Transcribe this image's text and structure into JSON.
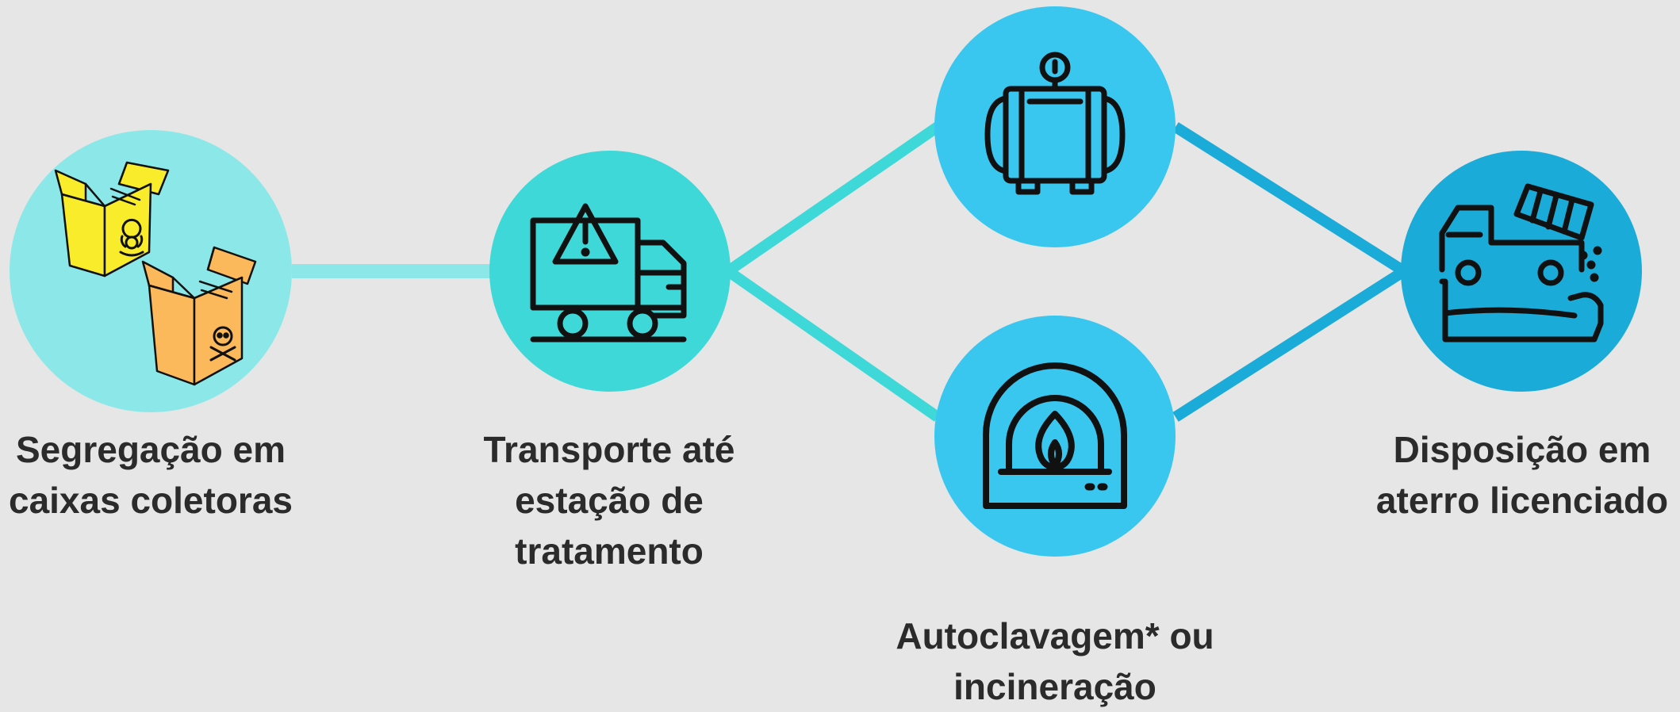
{
  "colors": {
    "background": "#e6e6e6",
    "step1": "#8ce8e8",
    "step2": "#3fd8d8",
    "step3": "#39c7f0",
    "step4": "#1aabd8",
    "icon_stroke": "#111111",
    "box_yellow": "#f9ec2a",
    "box_orange": "#fbb95b",
    "text": "#2b2b2b"
  },
  "steps": [
    {
      "id": "segregation",
      "icon": "hazard-boxes-icon",
      "label_lines": [
        "Segregação em",
        "caixas coletoras"
      ]
    },
    {
      "id": "transport",
      "icon": "hazard-truck-icon",
      "label_lines": [
        "Transporte até",
        "estação de",
        "tratamento"
      ]
    },
    {
      "id": "treatment",
      "icon": "autoclave-icon",
      "icon_alt": "incinerator-icon",
      "label_lines": [
        "Autoclavagem* ou",
        "incineração"
      ]
    },
    {
      "id": "disposal",
      "icon": "dump-truck-landfill-icon",
      "label_lines": [
        "Disposição em",
        "aterro licenciado"
      ]
    }
  ]
}
